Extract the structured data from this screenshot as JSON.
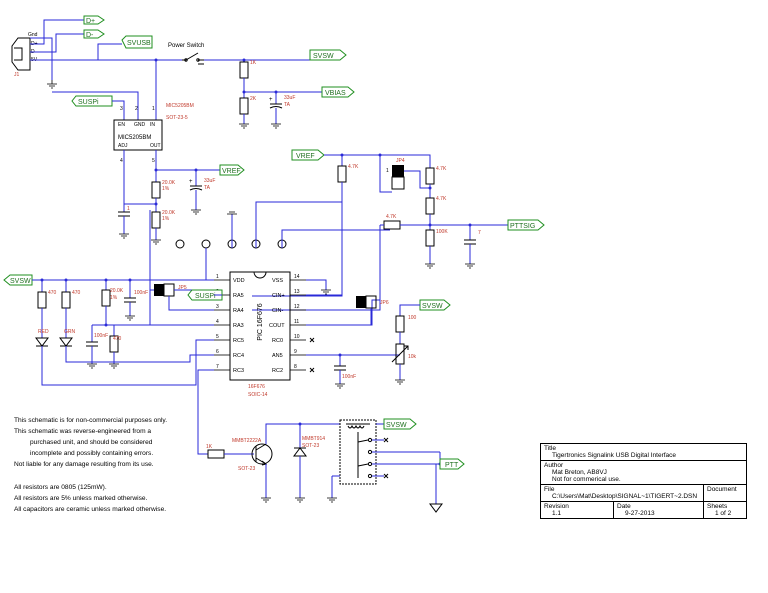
{
  "nets": {
    "dplus": "D+",
    "dminus": "D-",
    "svusb": "SVUSB",
    "svsw_top": "SVSW",
    "vbias": "VBIAS",
    "suspi_top": "SUSPi",
    "vref_reg": "VREF",
    "vref_mid": "VREF",
    "pttsig": "PTTSIG",
    "svsw_left": "SVSW",
    "suspi_chip": "SUSPi",
    "svsw_right": "SVSW",
    "svsw_relay": "SVSW",
    "ptt": "PTT"
  },
  "connector": {
    "ref": "J1",
    "pins": [
      "Gnd",
      "D+",
      "D-",
      "5V"
    ]
  },
  "labels": {
    "power_switch": "Power Switch",
    "reg_part": "MIC5205BM",
    "reg_pkg": "SOT-23-5",
    "reg_body": "MIC5205BM",
    "reg_pins": [
      "EN",
      "GND",
      "IN",
      "ADJ",
      "OUT"
    ],
    "mcu_body": "PIC 16F676",
    "mcu_part": "16F676",
    "mcu_pkg": "SOIC-14",
    "q_part": "MMBT2222A",
    "q_pkg": "SOT-23",
    "d_part": "MMBT914",
    "d_pkg": "SOT-23",
    "jp4": "JP4",
    "jp5": "JP5",
    "jp6": "JP6",
    "red": "RED",
    "grn": "GRN"
  },
  "values": {
    "r_1k_top": "1K",
    "r_2k": "2K",
    "c_33u_top": "33uF",
    "c_33u_top_type": "TA",
    "r_20k_a": "20.0K",
    "r_20k_a_tol": "1%",
    "r_20k_b": "20.0K",
    "r_20k_b_tol": "1%",
    "c_1": "1",
    "c_33u_mid": "33uF",
    "c_33u_mid_type": "TA",
    "r_47k_a": "4.7K",
    "r_47k_b": "4.7K",
    "r_47k_c": "4.7K",
    "r_47k_d": "4.7K",
    "r_100k": "100K",
    "c_7": "7",
    "r_470_a": "470",
    "r_470_b": "470",
    "r_20k_c": "20.0K",
    "r_20k_c_tol": "1%",
    "c_100n_a": "100nF",
    "c_100n_b": "100nF",
    "r_470_c": "470",
    "r_100": "100",
    "pot_10k": "10k",
    "c_100n_c": "100nF",
    "r_1k_base": "1K"
  },
  "pins_left": [
    {
      "num": "1",
      "name": "VDD"
    },
    {
      "num": "2",
      "name": "RA5"
    },
    {
      "num": "3",
      "name": "RA4"
    },
    {
      "num": "4",
      "name": "RA3"
    },
    {
      "num": "5",
      "name": "RC5"
    },
    {
      "num": "6",
      "name": "RC4"
    },
    {
      "num": "7",
      "name": "RC3"
    }
  ],
  "pins_right": [
    {
      "num": "14",
      "name": "VSS"
    },
    {
      "num": "13",
      "name": "CIN+"
    },
    {
      "num": "12",
      "name": "CIN-"
    },
    {
      "num": "11",
      "name": "COUT"
    },
    {
      "num": "10",
      "name": "RC0"
    },
    {
      "num": "9",
      "name": "AN5"
    },
    {
      "num": "8",
      "name": "RC2"
    }
  ],
  "notes": [
    "This schematic is for non-commercial purposes only.",
    "This schematic was reverse-engineered from a",
    "purchased unit, and should be considered",
    "incomplete and possibly containing errors.",
    "Not liable for any damage resulting from its use.",
    "All resistors are 0805 (125mW).",
    "All resistors are 5% unless marked otherwise.",
    "All capacitors are ceramic unless marked otherwise."
  ],
  "title_block": {
    "title_label": "Title",
    "title": "Tigertronics Signalink USB Digital Interface",
    "author_label": "Author",
    "author": "Mat Breton, AB8VJ",
    "author_note": "Not for commerical use.",
    "file_label": "File",
    "file": "C:\\Users\\Mat\\Desktop\\SIGNAL~1\\TIGERT~2.DSN",
    "document_label": "Document",
    "revision_label": "Revision",
    "revision": "1.1",
    "date_label": "Date",
    "date": "9-27-2013",
    "sheets_label": "Sheets",
    "sheets": "1 of 2"
  },
  "colors": {
    "wire": "#2a2ad8",
    "net_flag": "#1f8f1f",
    "component_text": "#c0392b"
  }
}
